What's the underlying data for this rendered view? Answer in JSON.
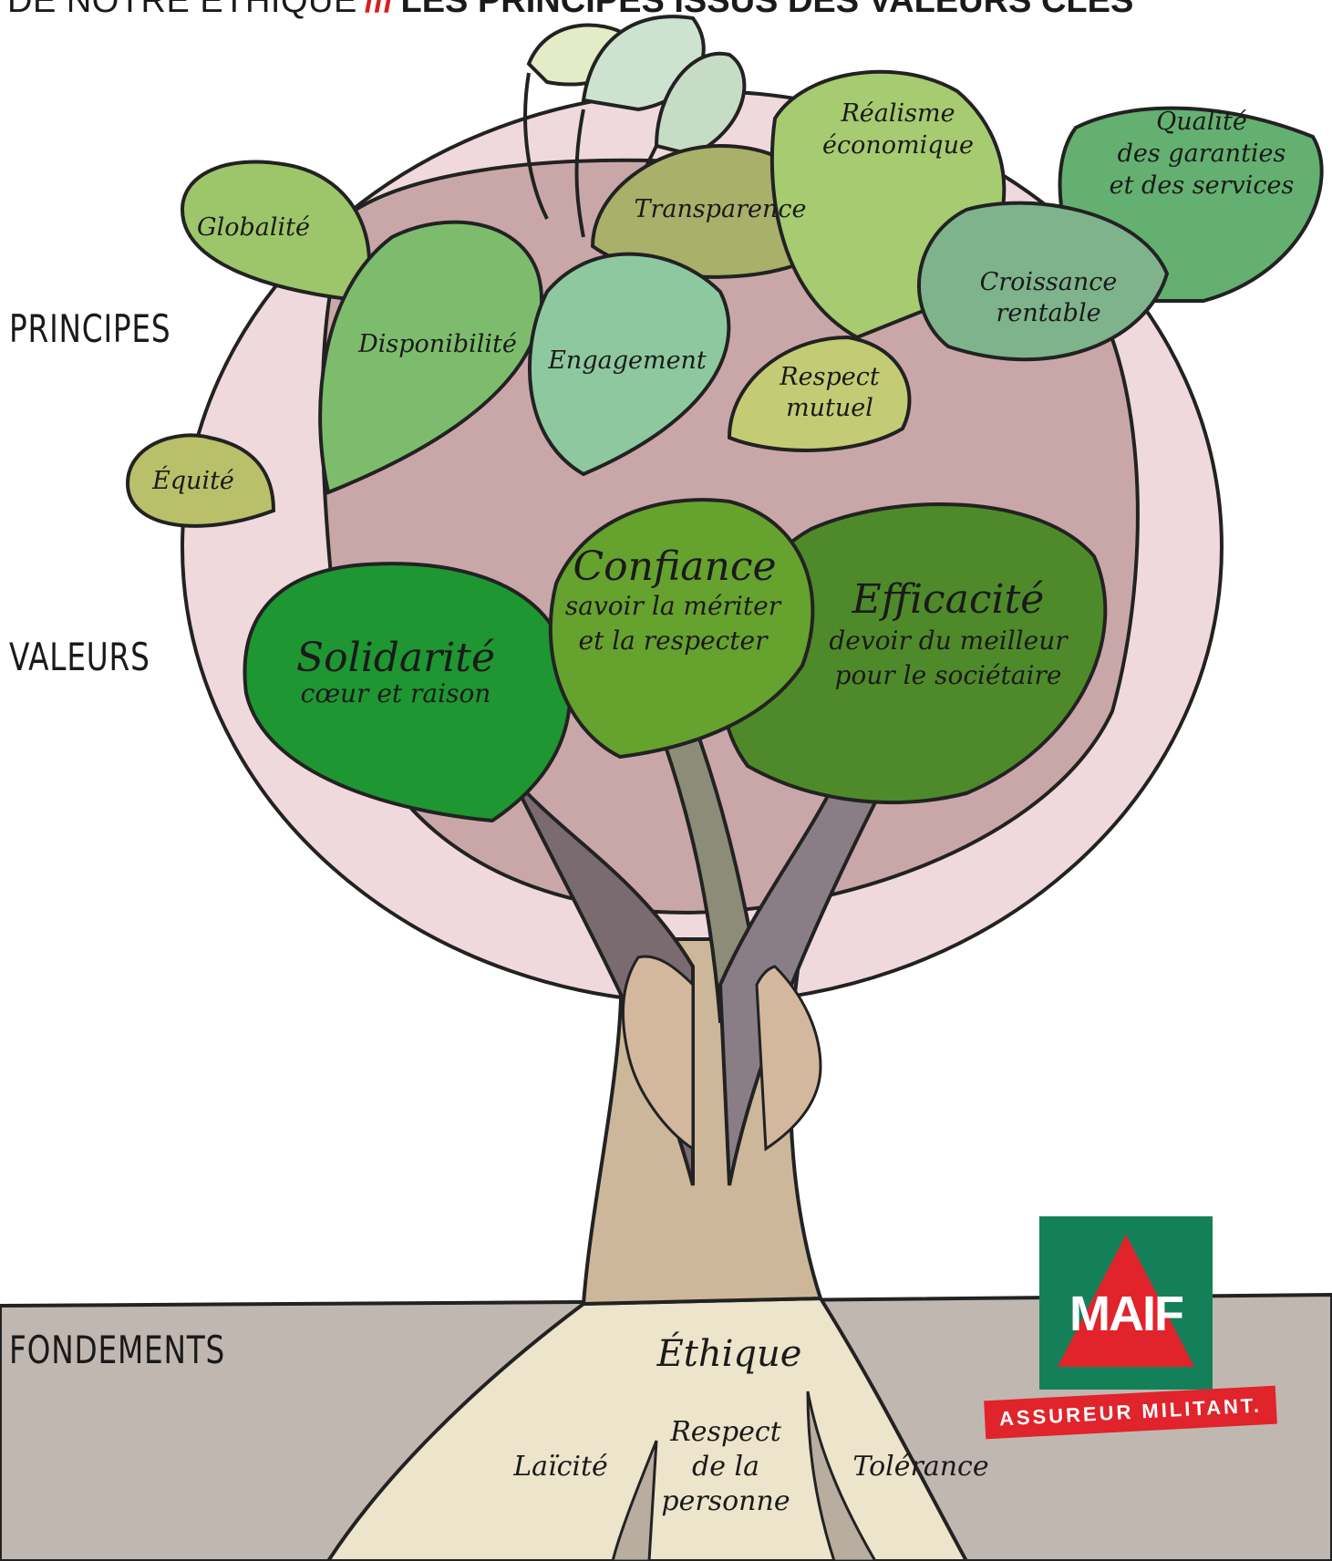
{
  "header": {
    "pre": "DE NOTRE ÉTHIQUE",
    "separator": "///",
    "bold": "LES PRINCIPES ISSUS DES VALEURS CLÉS"
  },
  "levels": {
    "principes": "PRINCIPES",
    "valeurs": "VALEURS",
    "fondements": "FONDEMENTS"
  },
  "valeurs": [
    {
      "title": "Solidarité",
      "subtitle": "cœur et raison",
      "color": "#1e9632"
    },
    {
      "title": "Confiance",
      "subtitle_1": "savoir la mériter",
      "subtitle_2": "et la respecter",
      "color": "#66a22e"
    },
    {
      "title": "Efficacité",
      "subtitle_1": "devoir du meilleur",
      "subtitle_2": "pour le sociétaire",
      "color": "#4f8a2a"
    }
  ],
  "principes": {
    "globalite": "Globalité",
    "disponibilite": "Disponibilité",
    "engagement": "Engagement",
    "transparence": "Transparence",
    "realisme_1": "Réalisme",
    "realisme_2": "économique",
    "qualite_1": "Qualité",
    "qualite_2": "des garanties",
    "qualite_3": "et des services",
    "croissance_1": "Croissance",
    "croissance_2": "rentable",
    "respect_mutuel_1": "Respect",
    "respect_mutuel_2": "mutuel",
    "equite": "Équité"
  },
  "fondements": {
    "ethique": "Éthique",
    "laicite": "Laïcité",
    "respect_1": "Respect",
    "respect_2": "de la",
    "respect_3": "personne",
    "tolerance": "Tolérance"
  },
  "logo": {
    "word": "MAIF",
    "tagline": "ASSUREUR MILITANT.",
    "green": "#14805a",
    "red": "#e1232b"
  },
  "colors": {
    "canopy_outer": "#efd9dc",
    "canopy_inner": "#c9a7a8",
    "ground": "#c1b7b1",
    "root_path": "#ece4cb",
    "trunk": "#cdb79a"
  }
}
